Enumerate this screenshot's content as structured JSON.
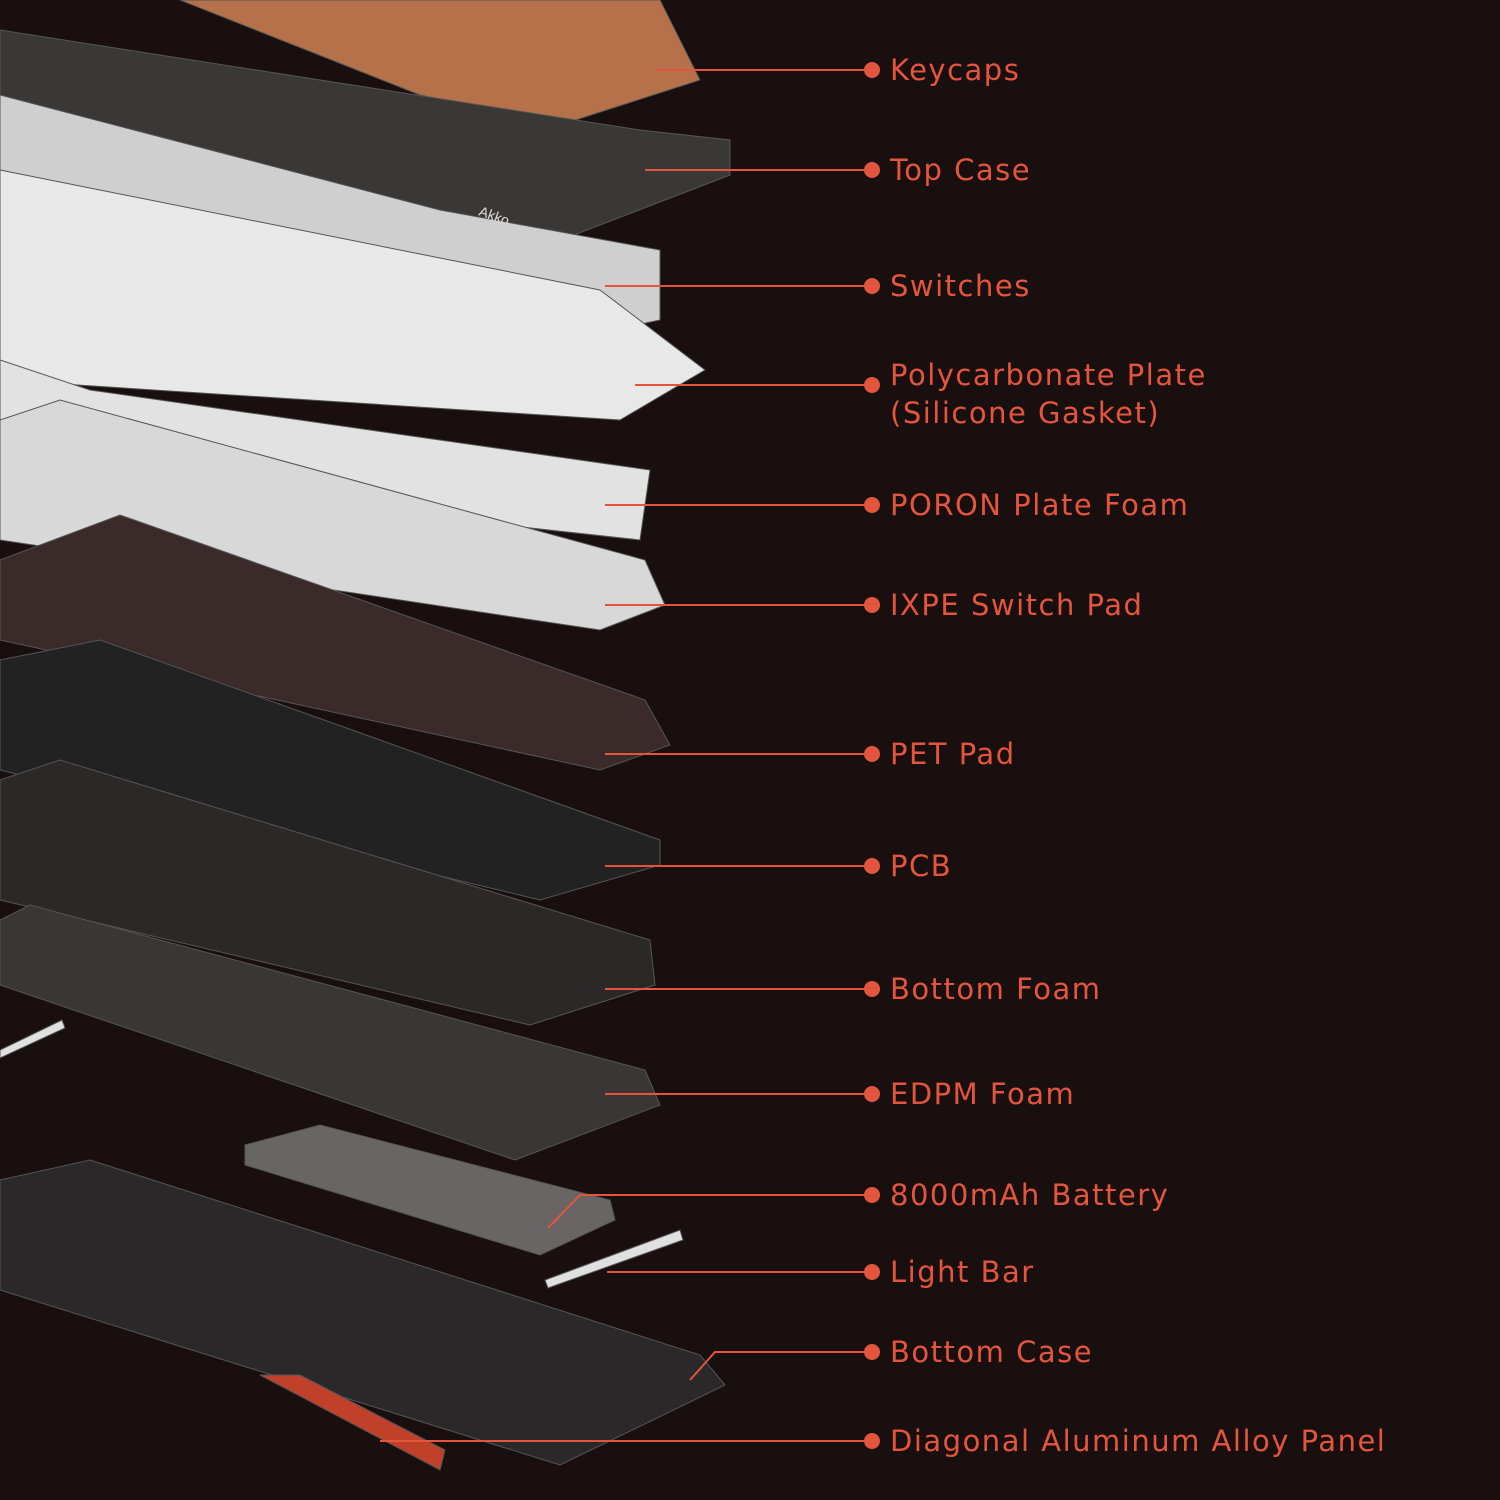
{
  "colors": {
    "background": "#1a0f0f",
    "accent": "#e4553d"
  },
  "brand_logo": "Akko",
  "components": [
    {
      "id": "keycaps",
      "label": "Keycaps"
    },
    {
      "id": "top-case",
      "label": "Top Case"
    },
    {
      "id": "switches",
      "label": "Switches"
    },
    {
      "id": "polycarbonate-plate",
      "label": "Polycarbonate Plate",
      "sublabel": "(Silicone Gasket)"
    },
    {
      "id": "poron-plate-foam",
      "label": "PORON Plate Foam"
    },
    {
      "id": "ixpe-switch-pad",
      "label": "IXPE Switch Pad"
    },
    {
      "id": "pet-pad",
      "label": "PET Pad"
    },
    {
      "id": "pcb",
      "label": "PCB"
    },
    {
      "id": "bottom-foam",
      "label": "Bottom Foam"
    },
    {
      "id": "edpm-foam",
      "label": "EDPM Foam"
    },
    {
      "id": "battery",
      "label": "8000mAh Battery"
    },
    {
      "id": "light-bar",
      "label": "Light Bar"
    },
    {
      "id": "bottom-case",
      "label": "Bottom Case"
    },
    {
      "id": "aluminum-panel",
      "label": "Diagonal Aluminum Alloy Panel"
    }
  ]
}
